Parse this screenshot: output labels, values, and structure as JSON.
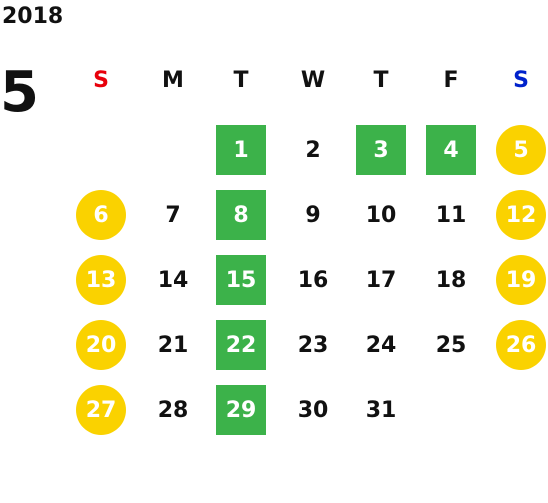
{
  "calendar": {
    "year": "2018",
    "month": "5",
    "weekdays": [
      {
        "label": "S",
        "color": "#e8000b"
      },
      {
        "label": "M",
        "color": "#111111"
      },
      {
        "label": "T",
        "color": "#111111"
      },
      {
        "label": "W",
        "color": "#111111"
      },
      {
        "label": "T",
        "color": "#111111"
      },
      {
        "label": "F",
        "color": "#111111"
      },
      {
        "label": "S",
        "color": "#0022cc"
      }
    ],
    "first_weekday_index": 2,
    "days_in_month": 31,
    "colors": {
      "closed_day_bg": "#3cb24a",
      "holiday_bg": "#fad200",
      "text": "#111111"
    },
    "days": [
      {
        "day": "1",
        "style": "closed"
      },
      {
        "day": "2",
        "style": "plain"
      },
      {
        "day": "3",
        "style": "closed"
      },
      {
        "day": "4",
        "style": "closed"
      },
      {
        "day": "5",
        "style": "holiday"
      },
      {
        "day": "6",
        "style": "holiday"
      },
      {
        "day": "7",
        "style": "plain"
      },
      {
        "day": "8",
        "style": "closed"
      },
      {
        "day": "9",
        "style": "plain"
      },
      {
        "day": "10",
        "style": "plain"
      },
      {
        "day": "11",
        "style": "plain"
      },
      {
        "day": "12",
        "style": "holiday"
      },
      {
        "day": "13",
        "style": "holiday"
      },
      {
        "day": "14",
        "style": "plain"
      },
      {
        "day": "15",
        "style": "closed"
      },
      {
        "day": "16",
        "style": "plain"
      },
      {
        "day": "17",
        "style": "plain"
      },
      {
        "day": "18",
        "style": "plain"
      },
      {
        "day": "19",
        "style": "holiday"
      },
      {
        "day": "20",
        "style": "holiday"
      },
      {
        "day": "21",
        "style": "plain"
      },
      {
        "day": "22",
        "style": "closed"
      },
      {
        "day": "23",
        "style": "plain"
      },
      {
        "day": "24",
        "style": "plain"
      },
      {
        "day": "25",
        "style": "plain"
      },
      {
        "day": "26",
        "style": "holiday"
      },
      {
        "day": "27",
        "style": "holiday"
      },
      {
        "day": "28",
        "style": "plain"
      },
      {
        "day": "29",
        "style": "closed"
      },
      {
        "day": "30",
        "style": "plain"
      },
      {
        "day": "31",
        "style": "plain"
      }
    ]
  }
}
